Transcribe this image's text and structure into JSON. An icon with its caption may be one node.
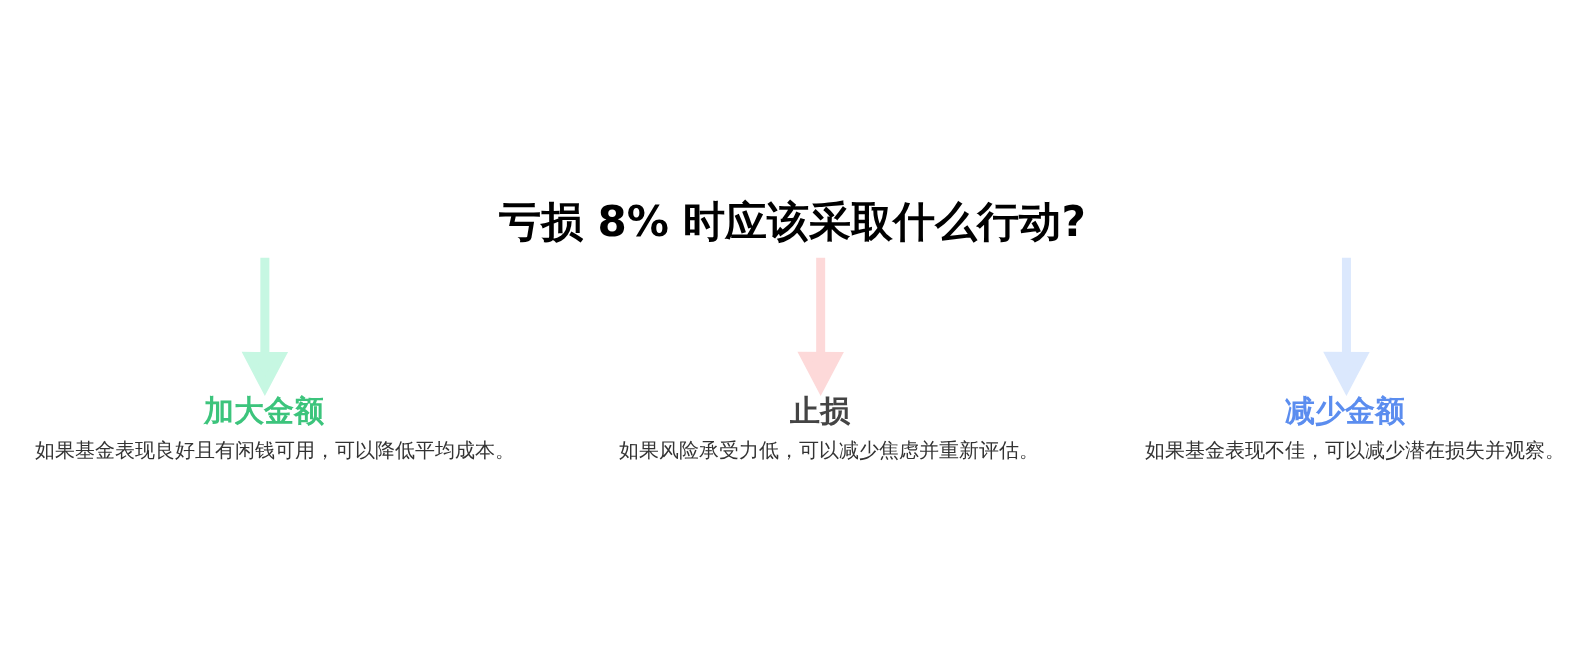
{
  "diagram": {
    "title": "亏损 8% 时应该采取什么行动?",
    "nodes": [
      {
        "text": [
          "加大金额",
          "如果基金表现良好且有闲钱可用，可以降低平均成本。"
        ]
      },
      {
        "text": [
          "止损",
          "如果风险承受力低，可以减少焦虑并重新评估。"
        ]
      },
      {
        "text": [
          "减少金额",
          "如果基金表现不佳，可以减少潜在损失并观察。"
        ]
      }
    ],
    "edges": [
      {
        "from": null,
        "to": 0,
        "arrow": "to",
        "color": "#c6f7e2"
      },
      {
        "from": null,
        "to": 1,
        "arrow": "to",
        "color": "#fdd9d9"
      },
      {
        "from": null,
        "to": 2,
        "arrow": "to",
        "color": "#dbe8fd"
      }
    ]
  }
}
